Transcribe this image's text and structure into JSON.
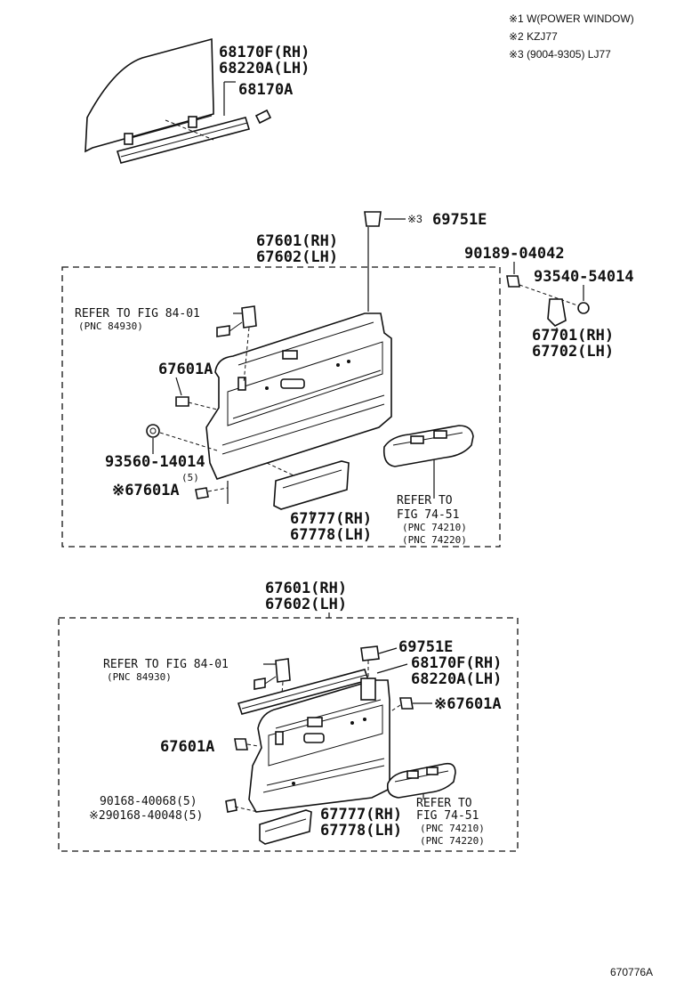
{
  "notes": [
    "※1 W(POWER WINDOW)",
    "※2 KZJ77",
    "※3 (9004-9305) LJ77"
  ],
  "figure_code": "670776A",
  "top": {
    "glass_run": [
      "68170F(RH)",
      "68220A(LH)"
    ],
    "clip": "68170A"
  },
  "mid": {
    "knob": {
      "mark": "※3",
      "part": "69751E"
    },
    "panel": [
      "67601(RH)",
      "67602(LH)"
    ],
    "screw": "90189-04042",
    "washer": "93540-54014",
    "handle": [
      "67701(RH)",
      "67702(LH)"
    ],
    "refer1": [
      "REFER TO FIG 84-01",
      "(PNC 84930)"
    ],
    "clip": "67601A",
    "nut": "93560-14014",
    "qty": "(5)",
    "clip2": "※67601A",
    "pocket": [
      "67777(RH)",
      "67778(LH)"
    ],
    "refer2": [
      "REFER TO",
      "FIG 74-51",
      "(PNC 74210)",
      "(PNC 74220)"
    ]
  },
  "bot": {
    "panel": [
      "67601(RH)",
      "67602(LH)"
    ],
    "refer1": [
      "REFER TO FIG 84-01",
      "(PNC 84930)"
    ],
    "knob": "69751E",
    "glass_run": [
      "68170F(RH)",
      "68220A(LH)"
    ],
    "clip_r": "※67601A",
    "clip_l": "67601A",
    "screws": [
      "90168-40068(5)",
      "※290168-40048(5)"
    ],
    "pocket": [
      "67777(RH)",
      "67778(LH)"
    ],
    "refer2": [
      "REFER TO",
      "FIG 74-51",
      "(PNC 74210)",
      "(PNC 74220)"
    ]
  }
}
